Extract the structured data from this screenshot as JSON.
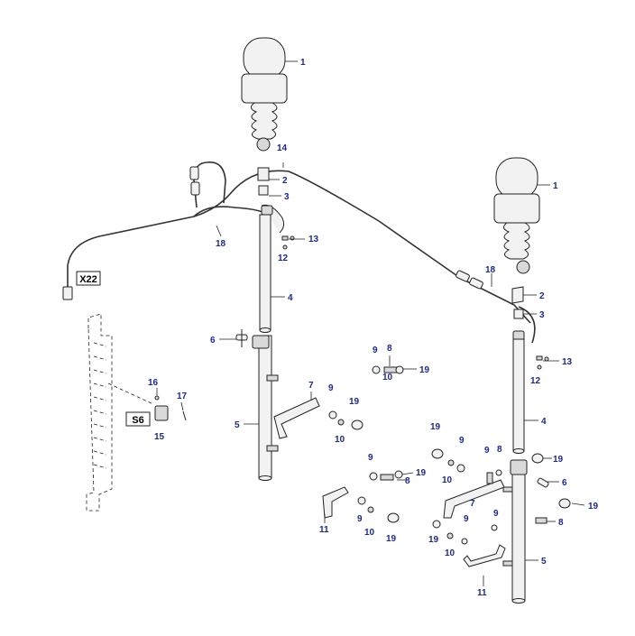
{
  "callouts": {
    "c1a": "1",
    "c1b": "1",
    "c2a": "2",
    "c2b": "2",
    "c3a": "3",
    "c3b": "3",
    "c4a": "4",
    "c4b": "4",
    "c5a": "5",
    "c5b": "5",
    "c6a": "6",
    "c6b": "6",
    "c7a": "7",
    "c7b": "7",
    "c8a": "8",
    "c8b": "8",
    "c8c": "8",
    "c8d": "8",
    "c9a": "9",
    "c9b": "9",
    "c9c": "9",
    "c9d": "9",
    "c9e": "9",
    "c9f": "9",
    "c9g": "9",
    "c9h": "9",
    "c10a": "10",
    "c10b": "10",
    "c10c": "10",
    "c10d": "10",
    "c10e": "10",
    "c11a": "11",
    "c11b": "11",
    "c12a": "12",
    "c12b": "12",
    "c13a": "13",
    "c13b": "13",
    "c14": "14",
    "c15": "15",
    "c16": "16",
    "c17": "17",
    "c18a": "18",
    "c18b": "18",
    "c19a": "19",
    "c19b": "19",
    "c19c": "19",
    "c19d": "19",
    "c19e": "19",
    "c19f": "19",
    "c19g": "19",
    "c19h": "19"
  },
  "tags": {
    "x22": "X22",
    "s6": "S6"
  },
  "colors": {
    "callout": "#1a2a8c",
    "line": "#222222",
    "background": "#ffffff"
  }
}
